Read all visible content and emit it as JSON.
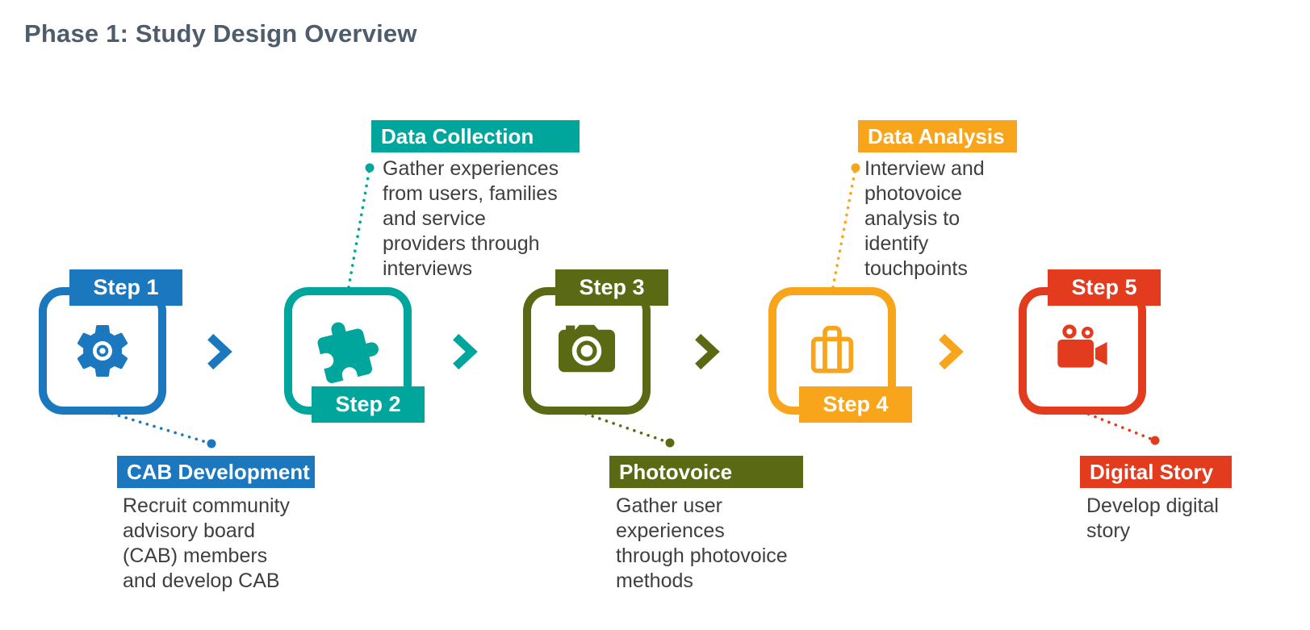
{
  "title": "Phase 1: Study Design Overview",
  "colors": {
    "title": "#4e5c6c",
    "body_text": "#3f3f3f",
    "background": "#ffffff"
  },
  "steps": [
    {
      "label": "Step 1",
      "color": "#1b78be",
      "icon": "gear-icon",
      "callout": {
        "title": "CAB Development",
        "text": "Recruit community\nadvisory board\n(CAB) members\nand develop CAB"
      }
    },
    {
      "label": "Step 2",
      "color": "#00a69c",
      "icon": "puzzle-icon",
      "callout": {
        "title": "Data Collection",
        "text": "Gather experiences\nfrom users, families\nand service\nproviders through\ninterviews"
      }
    },
    {
      "label": "Step 3",
      "color": "#5a6a14",
      "icon": "camera-icon",
      "callout": {
        "title": "Photovoice",
        "text": "Gather user\nexperiences\nthrough photovoice\nmethods"
      }
    },
    {
      "label": "Step 4",
      "color": "#f9a51c",
      "icon": "briefcase-icon",
      "callout": {
        "title": "Data Analysis",
        "text": "Interview and\nphotovoice\nanalysis to\nidentify\ntouchpoints"
      }
    },
    {
      "label": "Step 5",
      "color": "#e23b1e",
      "icon": "video-camera-icon",
      "callout": {
        "title": "Digital Story",
        "text": "Develop digital\nstory"
      }
    }
  ]
}
